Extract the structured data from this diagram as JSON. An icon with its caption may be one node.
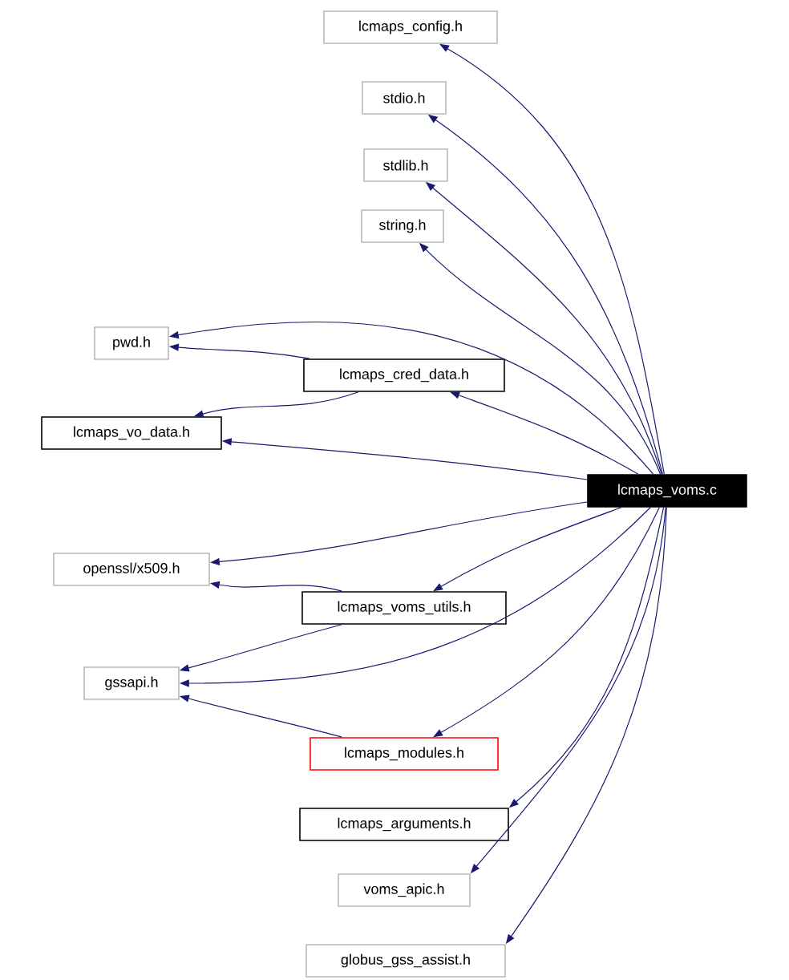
{
  "diagram": {
    "nodes": [
      {
        "text": [
          "lcmaps_config.h"
        ]
      },
      {
        "text": [
          "stdio.h"
        ]
      },
      {
        "text": [
          "stdlib.h"
        ]
      },
      {
        "text": [
          "string.h"
        ]
      },
      {
        "text": [
          "pwd.h"
        ]
      },
      {
        "text": [
          "lcmaps_cred_data.h"
        ]
      },
      {
        "text": [
          "lcmaps_vo_data.h"
        ]
      },
      {
        "text": [
          "lcmaps_voms.c"
        ]
      },
      {
        "text": [
          "openssl/x509.h"
        ]
      },
      {
        "text": [
          "lcmaps_voms_utils.h"
        ]
      },
      {
        "text": [
          "gssapi.h"
        ]
      },
      {
        "text": [
          "lcmaps_modules.h"
        ]
      },
      {
        "text": [
          "lcmaps_arguments.h"
        ]
      },
      {
        "text": [
          "voms_apic.h"
        ]
      },
      {
        "text": [
          "globus_gss_assist.h"
        ]
      }
    ],
    "edges": [
      {
        "from": 7,
        "to": 0,
        "arrow": "to"
      },
      {
        "from": 7,
        "to": 1,
        "arrow": "to"
      },
      {
        "from": 7,
        "to": 2,
        "arrow": "to"
      },
      {
        "from": 7,
        "to": 3,
        "arrow": "to"
      },
      {
        "from": 7,
        "to": 4,
        "arrow": "to"
      },
      {
        "from": 7,
        "to": 5,
        "arrow": "to"
      },
      {
        "from": 7,
        "to": 6,
        "arrow": "to"
      },
      {
        "from": 7,
        "to": 8,
        "arrow": "to"
      },
      {
        "from": 7,
        "to": 9,
        "arrow": "to"
      },
      {
        "from": 7,
        "to": 10,
        "arrow": "to"
      },
      {
        "from": 7,
        "to": 11,
        "arrow": "to"
      },
      {
        "from": 7,
        "to": 12,
        "arrow": "to"
      },
      {
        "from": 7,
        "to": 13,
        "arrow": "to"
      },
      {
        "from": 7,
        "to": 14,
        "arrow": "to"
      },
      {
        "from": 5,
        "to": 4,
        "arrow": "to"
      },
      {
        "from": 5,
        "to": 6,
        "arrow": "to"
      },
      {
        "from": 9,
        "to": 8,
        "arrow": "to"
      },
      {
        "from": 9,
        "to": 10,
        "arrow": "to"
      },
      {
        "from": 11,
        "to": 10,
        "arrow": "to"
      }
    ]
  }
}
